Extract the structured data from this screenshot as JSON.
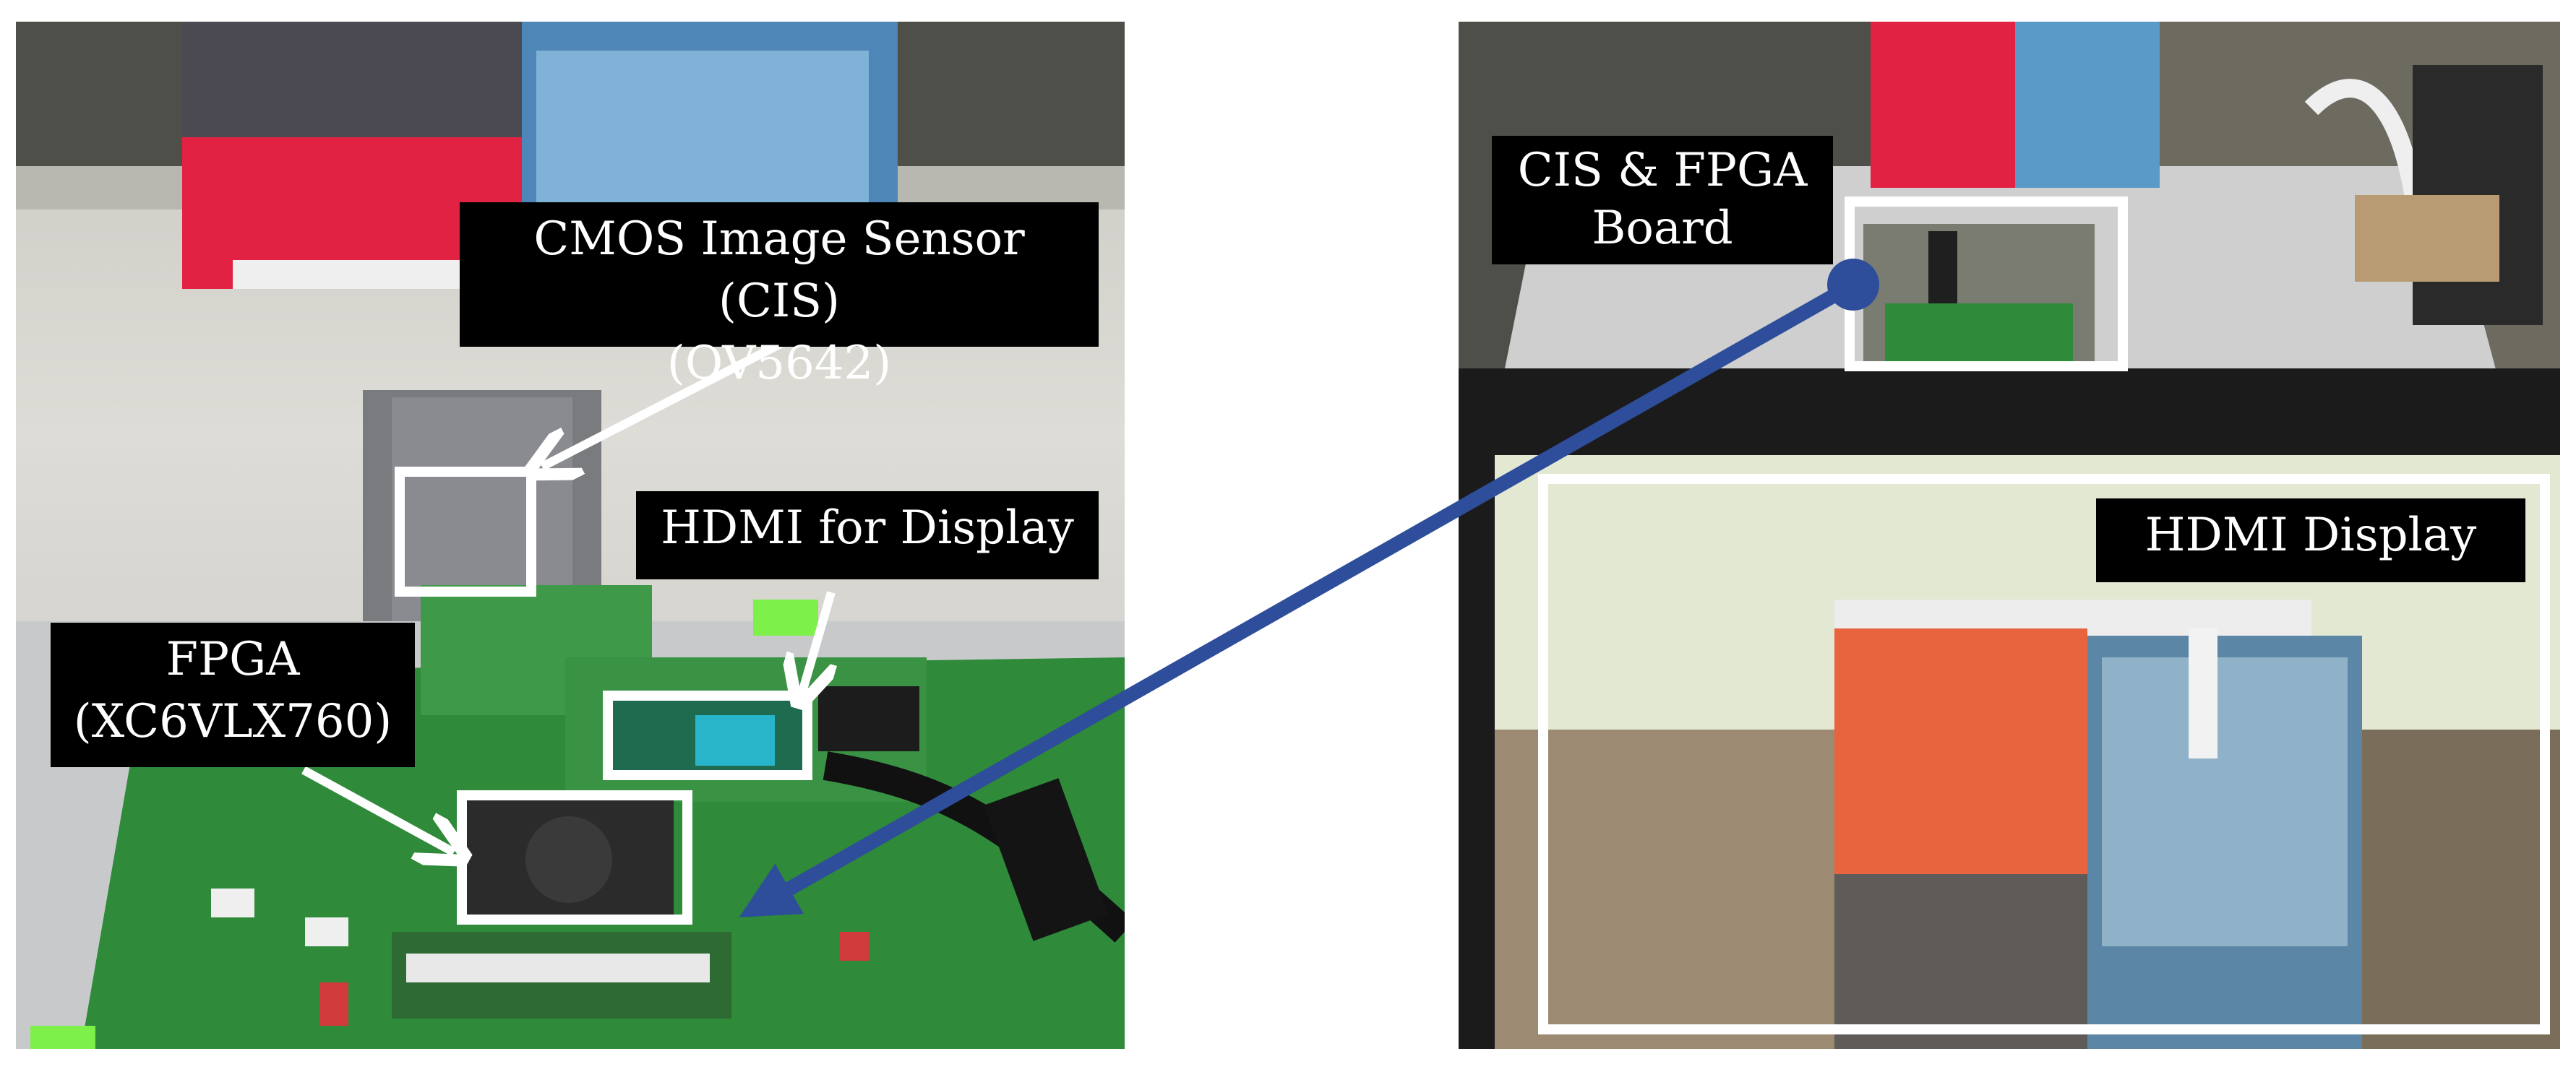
{
  "labels": {
    "cis": {
      "line1": "CMOS Image Sensor (CIS)",
      "line2": "(OV5642)"
    },
    "hdmi_out": {
      "line1": "HDMI for Display"
    },
    "fpga": {
      "line1": "FPGA",
      "line2": "(XC6VLX760)"
    },
    "board": {
      "line1": "CIS & FPGA",
      "line2": "Board"
    },
    "hdmi_display": {
      "line1": "HDMI Display"
    }
  },
  "colors": {
    "connector_arrow": "#2e4d9a",
    "callout_box": "#000000",
    "callout_text": "#ffffff",
    "highlight_box": "#ffffff",
    "pcb_green": "#2f8a3a"
  },
  "icons": [
    "arrow-icon"
  ]
}
